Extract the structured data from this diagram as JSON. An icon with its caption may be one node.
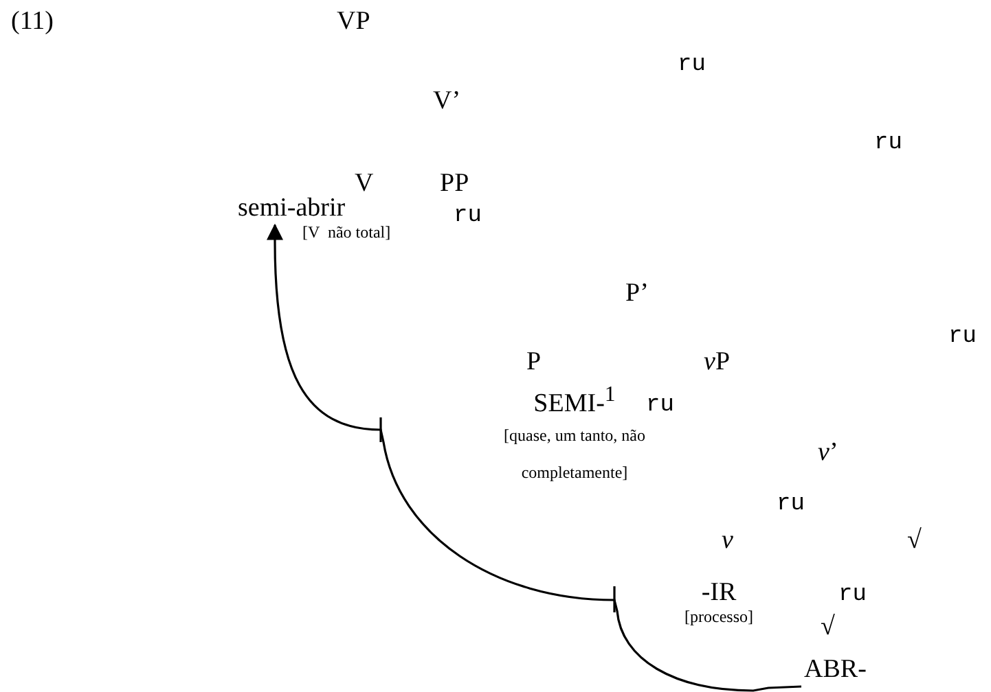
{
  "diagram": {
    "nodes": [
      {
        "text": [
          "semi-abrir",
          "[V  não total]"
        ]
      },
      {
        "text": [
          "SEMI-$^{1}$",
          "[quase, um tanto, não completamente]"
        ]
      },
      {
        "text": [
          "-IR",
          "[processo]"
        ]
      },
      {
        "text": [
          "ABR-"
        ]
      }
    ],
    "edges": [
      {
        "from": 3,
        "to": 0,
        "arrow": "to"
      }
    ],
    "labels": [
      "(11)",
      "VP",
      "ru",
      "V’",
      "ru",
      "V",
      "PP",
      "ru",
      "P’",
      "ru",
      "P",
      "vP",
      "ru",
      "v’",
      "ru",
      "v",
      "√",
      "ru",
      "√"
    ]
  }
}
